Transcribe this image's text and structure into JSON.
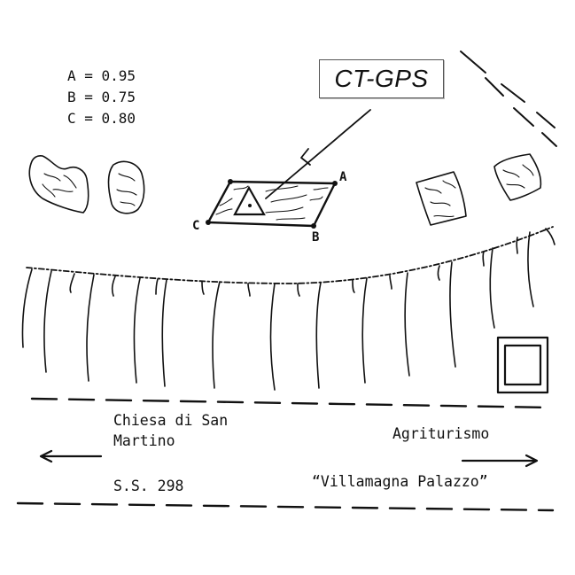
{
  "legend": {
    "rows": [
      "A = 0.95",
      "B = 0.75",
      "C = 0.80"
    ]
  },
  "callout": {
    "label": "CT-GPS"
  },
  "points": {
    "a": "A",
    "b": "B",
    "c": "C"
  },
  "road": {
    "left_destination_line1": "Chiesa di San",
    "left_destination_line2": "Martino",
    "road_name": "S.S. 298",
    "right_destination_line1": "Agriturismo",
    "right_destination_line2": "“Villamagna Palazzo”"
  }
}
